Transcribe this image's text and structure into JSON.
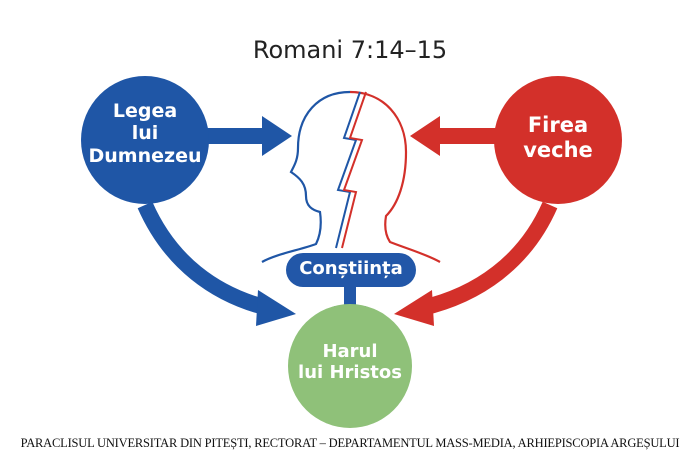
{
  "title": "Romani 7:14–15",
  "nodes": {
    "law": {
      "lines": [
        "Legea",
        "lui",
        "Dumnezeu"
      ],
      "color": "#1f56a6"
    },
    "flesh": {
      "lines": [
        "Firea",
        "veche"
      ],
      "color": "#d3302a"
    },
    "conscience": {
      "label": "Conștiința",
      "color": "#2257a8"
    },
    "grace": {
      "lines": [
        "Harul",
        "lui Hristos"
      ],
      "color": "#8fc179"
    }
  },
  "colors": {
    "blue": "#1f56a6",
    "red": "#d3302a",
    "green": "#8fc179"
  },
  "footer": "PARACLISUL UNIVERSITAR DIN PITEȘTI, RECTORAT – DEPARTAMENTUL MASS-MEDIA, ARHIEPISCOPIA ARGEȘULUI"
}
